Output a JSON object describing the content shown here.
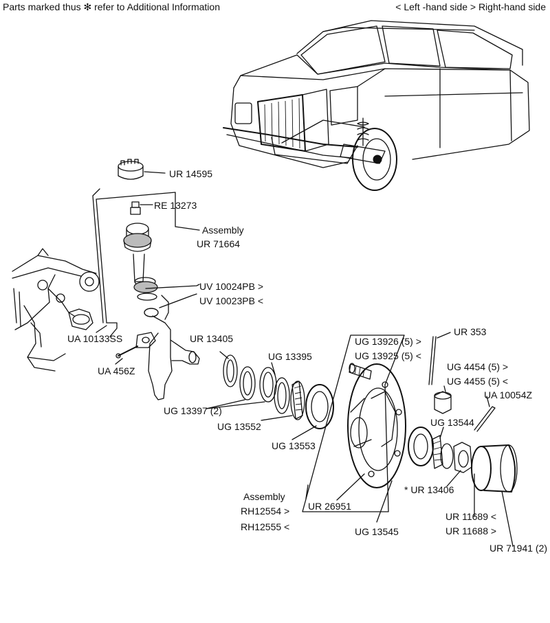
{
  "header": {
    "note": "Parts marked thus ✻ refer to Additional Information",
    "legend": "< Left -hand side   > Right-hand side"
  },
  "labels": {
    "ur14595": "UR 14595",
    "re13273": "RE 13273",
    "assembly1_title": "Assembly",
    "assembly1_part": "UR 71664",
    "uv10024": "UV  10024PB >",
    "uv10023": "UV  10023PB <",
    "ua10133": "UA 10133SS",
    "ua456z": "UA 456Z",
    "ur13405": "UR 13405",
    "ug13395": "UG 13395",
    "ug13397": "UG 13397 (2)",
    "ug13552": "UG 13552",
    "ug13553": "UG 13553",
    "ug13926": "UG 13926 (5) >",
    "ug13925": "UG 13925 (5) <",
    "ur353": "UR 353",
    "ug4454": "UG 4454 (5) >",
    "ug4455": "UG 4455 (5) <",
    "ua10054": "UA 10054Z",
    "ug13544": "UG 13544",
    "ur13406": "* UR 13406",
    "assembly2_title": "Assembly",
    "rh12554": "RH12554 >",
    "rh12555": "RH12555 <",
    "ur26951": "UR 26951",
    "ug13545": "UG 13545",
    "ur11689": "UR 11689 <",
    "ur11688": "UR 11688 >",
    "ur71941": "UR 71941 (2)"
  }
}
